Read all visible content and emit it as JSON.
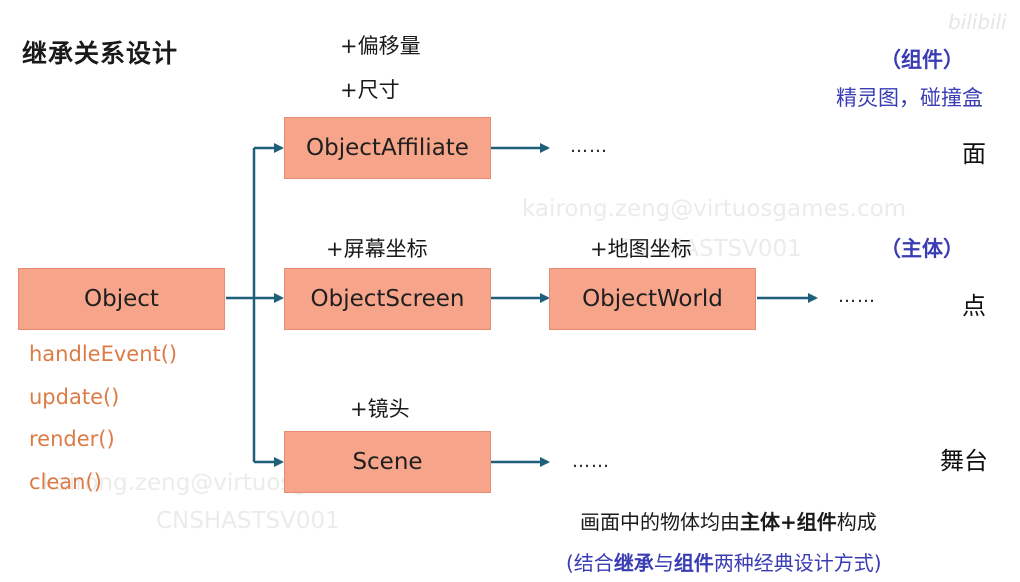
{
  "title": "继承关系设计",
  "nodes": {
    "object": "Object",
    "affiliate": "ObjectAffiliate",
    "screen": "ObjectScreen",
    "world": "ObjectWorld",
    "scene": "Scene"
  },
  "methods": [
    "handleEvent()",
    "update()",
    "render()",
    "clean()"
  ],
  "notes": {
    "affiliate_1": "+偏移量",
    "affiliate_2": "+尺寸",
    "screen": "+屏幕坐标",
    "world": "+地图坐标",
    "scene": "+镜头"
  },
  "ellipsis": "……",
  "right_labels": {
    "affiliate": "面",
    "world": "点",
    "scene": "舞台"
  },
  "component": {
    "tag": "（组件）",
    "desc": "精灵图，碰撞盒"
  },
  "subject": {
    "tag": "（主体）"
  },
  "summary": {
    "line1_a": "画面中的物体均由",
    "line1_b": "主体+组件",
    "line1_c": "构成",
    "line2_a": "(结合",
    "line2_b": "继承",
    "line2_c": "与",
    "line2_d": "组件",
    "line2_e": "两种经典设计方式)"
  },
  "watermarks": {
    "email": "kairong.zeng@virtuosgames.com",
    "host": "CNSHASTSV001",
    "logo": "bilibili"
  },
  "colors": {
    "box_fill": "#f7a58a",
    "arrow": "#1f5f7a",
    "method_text": "#dc7b46",
    "blue_text": "#3a3cb4"
  }
}
